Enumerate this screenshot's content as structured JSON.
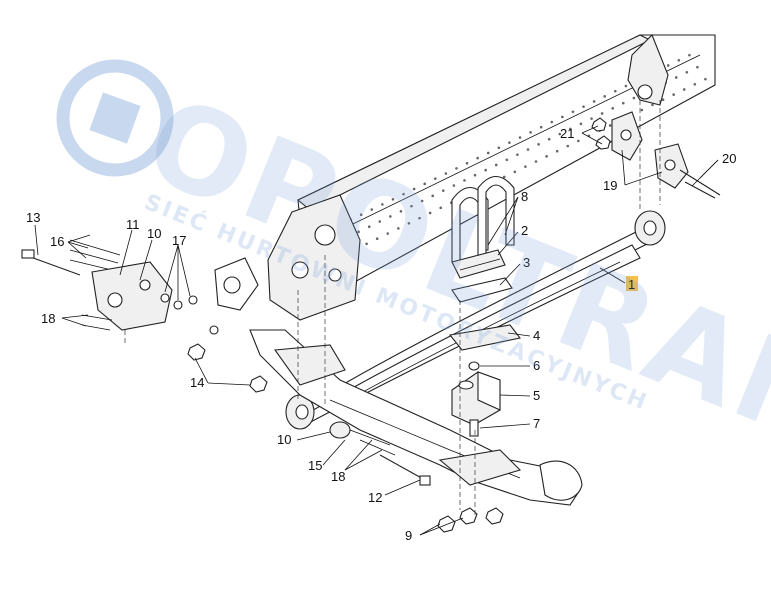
{
  "watermark": {
    "brand": "OPOLTRANS",
    "tagline": "SIEĆ HURTOWNI MOTORYZACYJNYCH",
    "logo_color": "#7ea6d8"
  },
  "highlight": {
    "label": "1",
    "color": "#f6c04a"
  },
  "callouts": [
    "13",
    "16",
    "11",
    "10",
    "17",
    "18",
    "14",
    "8",
    "2",
    "3",
    "4",
    "6",
    "5",
    "7",
    "21",
    "19",
    "20",
    "10",
    "15",
    "18",
    "12",
    "9"
  ]
}
